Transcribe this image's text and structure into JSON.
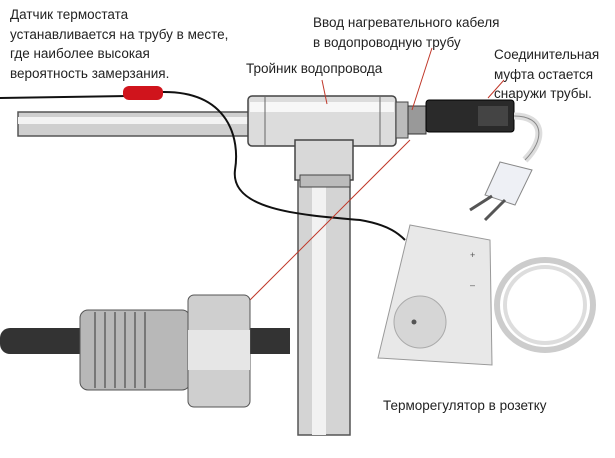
{
  "labels": {
    "sensor": [
      "Датчик термостата",
      "устанавливается на трубу в месте,",
      "где наиболее высокая",
      "вероятность замерзания."
    ],
    "cable_entry": [
      "Ввод нагревательного кабеля",
      "в водопроводную трубу"
    ],
    "tee": "Тройник водопровода",
    "coupling": [
      "Соединительная",
      "муфта остается",
      "снаружи трубы."
    ],
    "thermostat": "Терморегулятор в розетку"
  },
  "colors": {
    "pipe": "#c9c9c9",
    "sensor": "#d0141c",
    "pointer": "#c0392b",
    "cable": "#111111"
  }
}
